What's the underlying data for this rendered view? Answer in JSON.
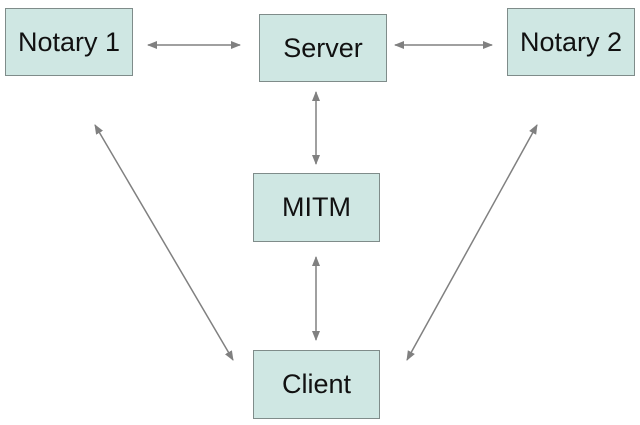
{
  "nodes": {
    "notary1": "Notary 1",
    "server": "Server",
    "notary2": "Notary 2",
    "mitm": "MITM",
    "client": "Client"
  },
  "edges": [
    {
      "from": "notary1",
      "to": "server"
    },
    {
      "from": "server",
      "to": "notary2"
    },
    {
      "from": "server",
      "to": "mitm"
    },
    {
      "from": "mitm",
      "to": "client"
    },
    {
      "from": "notary1",
      "to": "client"
    },
    {
      "from": "notary2",
      "to": "client"
    }
  ],
  "colors": {
    "node_fill": "#cfe7e3",
    "node_border": "#7f8c8a",
    "arrow": "#808080"
  }
}
